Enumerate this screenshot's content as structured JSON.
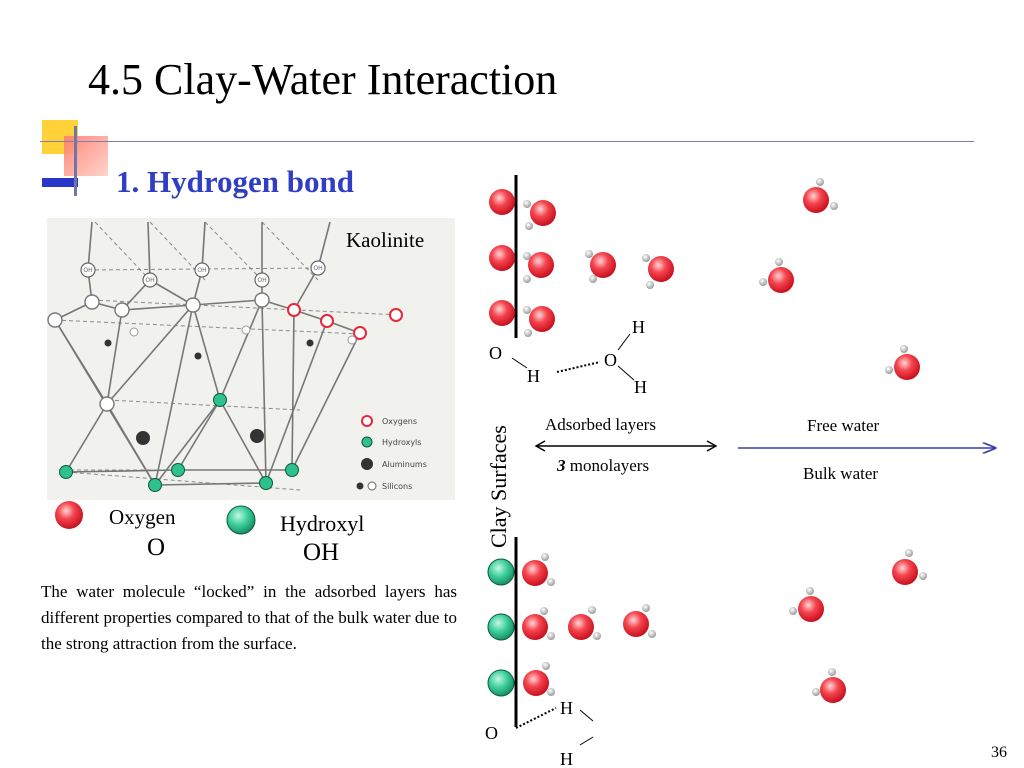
{
  "slide": {
    "title": "4.5 Clay-Water Interaction",
    "heading": "1. Hydrogen bond",
    "page_number": "36",
    "caption": "The water molecule “locked” in the adsorbed layers  has different properties compared to that of the bulk water due to the strong attraction from the surface."
  },
  "kaolinite": {
    "name": "Kaolinite",
    "oh_label": "OH",
    "legend": [
      "Oxygens",
      "Hydroxyls",
      "Aluminums",
      "Silicons"
    ]
  },
  "key": {
    "oxygen_name": "Oxygen",
    "oxygen_symbol": "O",
    "hydroxyl_name": "Hydroxyl",
    "hydroxyl_symbol": "OH"
  },
  "diagram": {
    "vertical_label": "Clay Surfaces",
    "adsorbed_label": "Adsorbed layers",
    "monolayer_count": "3",
    "monolayer_text": " monolayers",
    "free_water": "Free water",
    "bulk_water": "Bulk water",
    "bond_top": {
      "o_surface": "O",
      "h1": "H",
      "o_water": "O",
      "h_top": "H",
      "h_bottom": "H"
    },
    "bond_bottom": {
      "o_surface": "O",
      "h_top": "H",
      "h_bottom": "H"
    }
  },
  "colors": {
    "title_rule": "#7a7fb0",
    "heading": "#2f3ec4",
    "oxygen": "#e8283a",
    "hydroxyl": "#2ec08e",
    "arrow": "#3a3fb0"
  }
}
